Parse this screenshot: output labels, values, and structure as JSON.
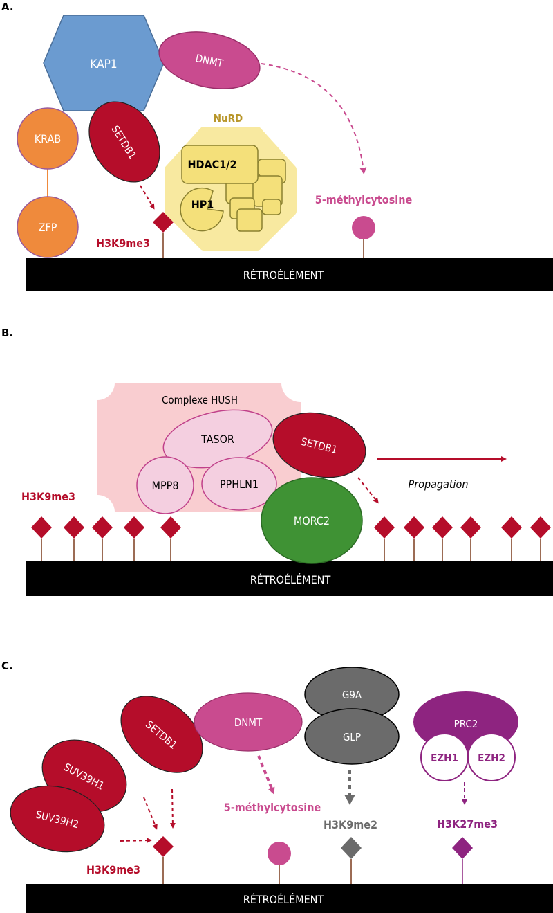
{
  "panel_a": {
    "label": "A.",
    "kap1": "KAP1",
    "dnmt": "DNMT",
    "krab": "KRAB",
    "zfp": "ZFP",
    "setdb1": "SETDB1",
    "nurd": "NuRD",
    "hdac": "HDAC1/2",
    "hp1": "HP1",
    "h3k9me3": "H3K9me3",
    "methylcytosine": "5-méthylcytosine",
    "retro": "RÉTROÉLÉMENT"
  },
  "panel_b": {
    "label": "B.",
    "hush": "Complexe HUSH",
    "tasor": "TASOR",
    "mpp8": "MPP8",
    "pphln1": "PPHLN1",
    "setdb1": "SETDB1",
    "morc2": "MORC2",
    "propagation": "Propagation",
    "h3k9me3": "H3K9me3",
    "retro": "RÉTROÉLÉMENT"
  },
  "panel_c": {
    "label": "C.",
    "setdb1": "SETDB1",
    "suv39h1": "SUV39H1",
    "suv39h2": "SUV39H2",
    "dnmt": "DNMT",
    "g9a": "G9A",
    "glp": "GLP",
    "prc2": "PRC2",
    "ezh1": "EZH1",
    "ezh2": "EZH2",
    "h3k9me3": "H3K9me3",
    "methylcytosine": "5-méthylcytosine",
    "h3k9me2": "H3K9me2",
    "h3k27me3": "H3K27me3",
    "retro": "RÉTROÉLÉMENT"
  },
  "colors": {
    "kap1": "#6b9bd0",
    "dnmt": "#c94b8f",
    "krab": "#ef8a3c",
    "setdb1": "#b50d2a",
    "nurd_bg": "#f8e9a0",
    "nurd_box": "#f4e07a",
    "nurd_text": "#b8962a",
    "hush_bg": "#f9cdd0",
    "hush_member": "#f4cfe0",
    "morc2": "#3f9234",
    "g9a": "#6b6b6b",
    "prc2": "#8e2480",
    "stem": "#7a3a1c"
  }
}
